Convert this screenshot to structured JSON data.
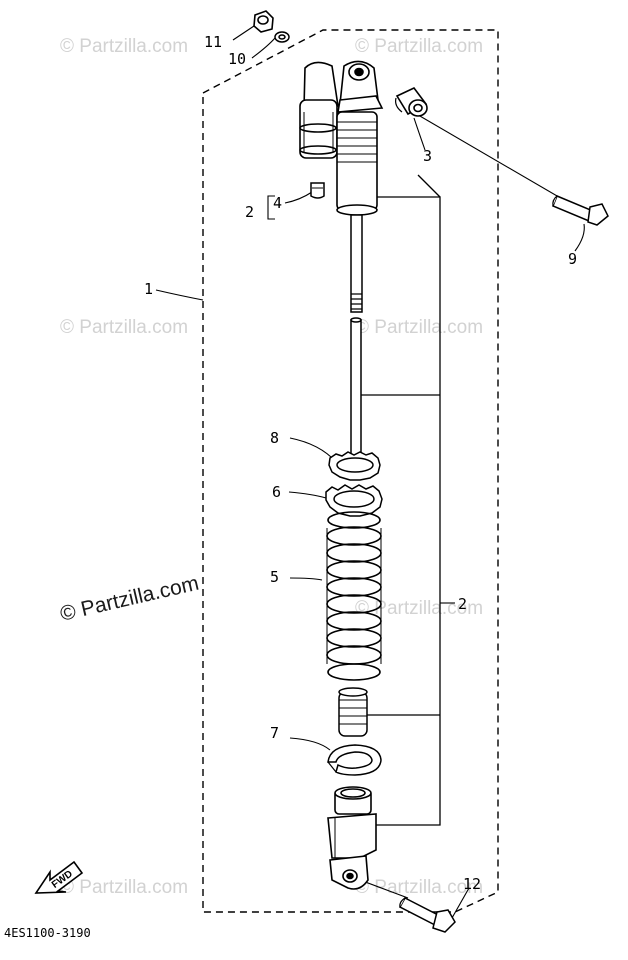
{
  "watermark": "© Partzilla.com",
  "watermark_prominent": "© Partzilla.com",
  "diagram_code": "4ES1100-3190",
  "fwd_label": "FWD",
  "callouts": {
    "c1": "1",
    "c2_top": "2",
    "c2_right": "2",
    "c3": "3",
    "c4": "4",
    "c5": "5",
    "c6": "6",
    "c7": "7",
    "c8": "8",
    "c9": "9",
    "c10": "10",
    "c11": "11",
    "c12": "12"
  }
}
